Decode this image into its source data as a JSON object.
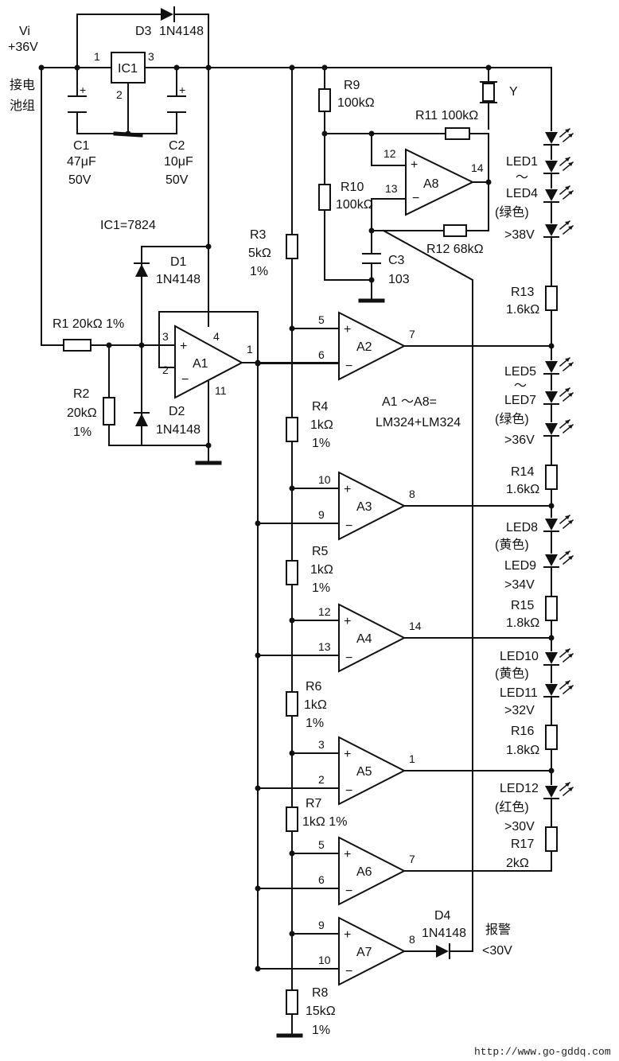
{
  "input": {
    "name": "Vi",
    "voltage": "+36V",
    "line1": "接电",
    "line2": "池组"
  },
  "ic1": {
    "ref": "IC1",
    "pin_in": "1",
    "pin_gnd": "2",
    "pin_out": "3",
    "type_note": "IC1=7824"
  },
  "c1": {
    "ref": "C1",
    "value": "47μF",
    "rating": "50V"
  },
  "c2": {
    "ref": "C2",
    "value": "10μF",
    "rating": "50V"
  },
  "d3": {
    "ref": "D3",
    "type": "1N4148"
  },
  "d1": {
    "ref": "D1",
    "type": "1N4148"
  },
  "d2": {
    "ref": "D2",
    "type": "1N4148"
  },
  "d4": {
    "ref": "D4",
    "type": "1N4148"
  },
  "r1": {
    "text": "R1   20kΩ   1%"
  },
  "r2": {
    "ref": "R2",
    "value": "20kΩ",
    "tol": "1%"
  },
  "r3": {
    "ref": "R3",
    "value": "5kΩ",
    "tol": "1%"
  },
  "r4": {
    "ref": "R4",
    "value": "1kΩ",
    "tol": "1%"
  },
  "r5": {
    "ref": "R5",
    "value": "1kΩ",
    "tol": "1%"
  },
  "r6": {
    "ref": "R6",
    "value": "1kΩ",
    "tol": "1%"
  },
  "r7": {
    "ref": "R7",
    "value": "1kΩ   1%"
  },
  "r8": {
    "ref": "R8",
    "value": "15kΩ",
    "tol": "1%"
  },
  "r9": {
    "ref": "R9",
    "value": "100kΩ"
  },
  "r10": {
    "ref": "R10",
    "value": "100kΩ"
  },
  "r11": {
    "text": "R11   100kΩ"
  },
  "r12": {
    "text": "R12   68kΩ"
  },
  "c3": {
    "ref": "C3",
    "value": "103"
  },
  "y": {
    "ref": "Y"
  },
  "opamp_note": {
    "line1": "A1 ～A8=",
    "line2": "LM324+LM324"
  },
  "a1": {
    "name": "A1",
    "pin_p": "3",
    "pin_n": "2",
    "pin_out": "1",
    "pin_vcc": "4",
    "pin_gnd": "11"
  },
  "a2": {
    "name": "A2",
    "pin_p": "5",
    "pin_n": "6",
    "pin_out": "7"
  },
  "a3": {
    "name": "A3",
    "pin_p": "10",
    "pin_n": "9",
    "pin_out": "8"
  },
  "a4": {
    "name": "A4",
    "pin_p": "12",
    "pin_n": "13",
    "pin_out": "14"
  },
  "a5": {
    "name": "A5",
    "pin_p": "3",
    "pin_n": "2",
    "pin_out": "1"
  },
  "a6": {
    "name": "A6",
    "pin_p": "5",
    "pin_n": "6",
    "pin_out": "7"
  },
  "a7": {
    "name": "A7",
    "pin_p": "9",
    "pin_n": "10",
    "pin_out": "8"
  },
  "a8": {
    "name": "A8",
    "pin_p": "12",
    "pin_n": "13",
    "pin_out": "14"
  },
  "led_group1": {
    "range": "LED1",
    "tilde": "～",
    "range2": "LED4",
    "color": "(绿色)",
    "threshold": ">38V"
  },
  "r13": {
    "ref": "R13",
    "value": "1.6kΩ"
  },
  "led_group2": {
    "range": "LED5",
    "tilde": "～",
    "range2": "LED7",
    "color": "(绿色)",
    "threshold": ">36V"
  },
  "r14": {
    "ref": "R14",
    "value": "1.6kΩ"
  },
  "led_group3": {
    "range": "LED8",
    "color": "(黄色)",
    "range2": "LED9",
    "threshold": ">34V"
  },
  "r15": {
    "ref": "R15",
    "value": "1.8kΩ"
  },
  "led_group4": {
    "range": "LED10",
    "color": "(黄色)",
    "range2": "LED11",
    "threshold": ">32V"
  },
  "r16": {
    "ref": "R16",
    "value": "1.8kΩ"
  },
  "led_group5": {
    "range": "LED12",
    "color": "(红色)",
    "threshold": ">30V"
  },
  "r17": {
    "ref": "R17",
    "value": "2kΩ"
  },
  "alarm": {
    "label": "报警",
    "threshold": "<30V"
  },
  "watermark": {
    "url": "http://www.go-gddq.com"
  }
}
